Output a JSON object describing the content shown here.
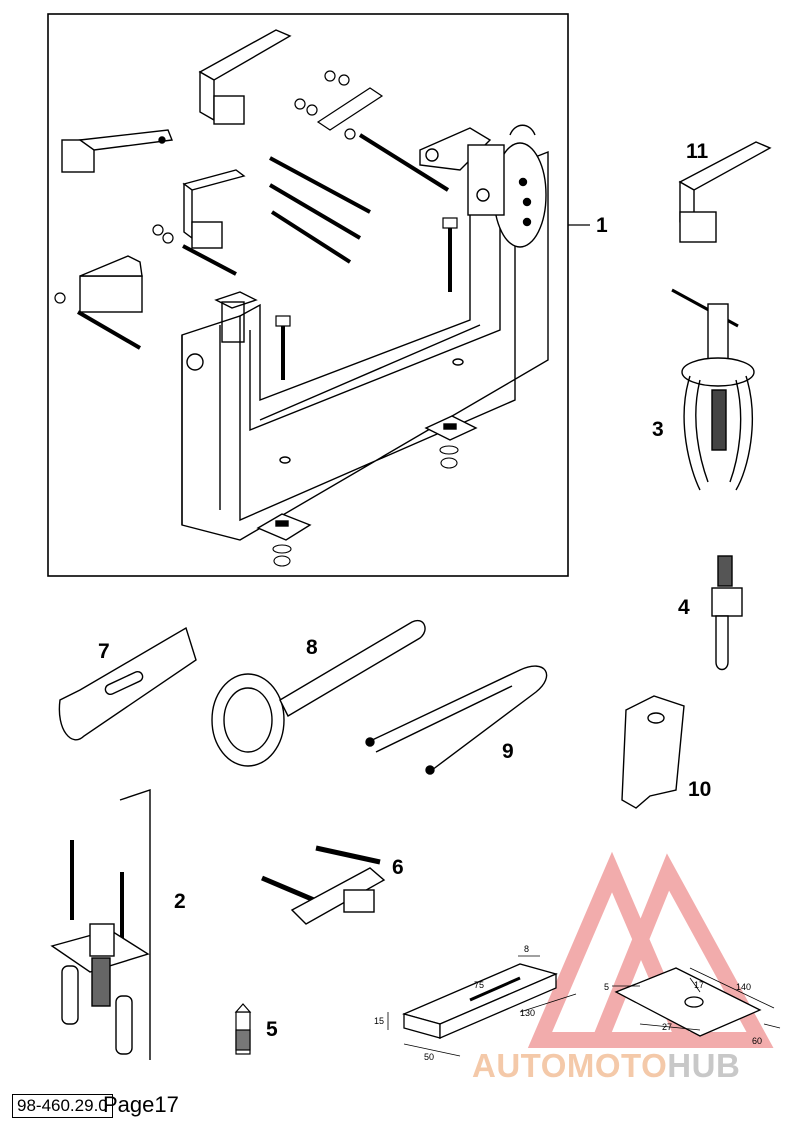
{
  "callouts": {
    "c1": "1",
    "c2": "2",
    "c3": "3",
    "c4": "4",
    "c5": "5",
    "c6": "6",
    "c7": "7",
    "c8": "8",
    "c9": "9",
    "c10": "10",
    "c11": "11"
  },
  "dimensions": {
    "block": {
      "d8": "8",
      "d75": "75",
      "d15": "15",
      "d130": "130",
      "d50": "50"
    },
    "plate": {
      "d5": "5",
      "d17": "17",
      "d140": "140",
      "d27": "27",
      "d60": "60"
    }
  },
  "footer": {
    "code": "98-460.29.0",
    "page": "Page17"
  },
  "watermark": {
    "part_a": "AUTOMOTO",
    "part_b": "HUB",
    "color_a": "#f4c9a9",
    "color_b": "#c8c8c8",
    "triangle_color": "#e96a6a"
  }
}
